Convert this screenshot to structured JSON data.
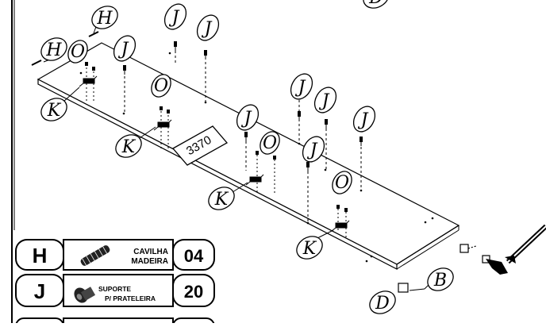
{
  "board_label": "3370",
  "callouts": {
    "H": "H",
    "J": "J",
    "K": "K",
    "O": "O",
    "D": "D",
    "B": "B"
  },
  "parts_table": [
    {
      "letter": "H",
      "name_line1": "CAVILHA",
      "name_line2": "MADEIRA",
      "qty": "04",
      "icon": "wooden-dowel-icon"
    },
    {
      "letter": "J",
      "name_line1": "SUPORTE",
      "name_line2": "P/ PRATELEIRA",
      "qty": "20",
      "icon": "shelf-support-icon"
    }
  ]
}
